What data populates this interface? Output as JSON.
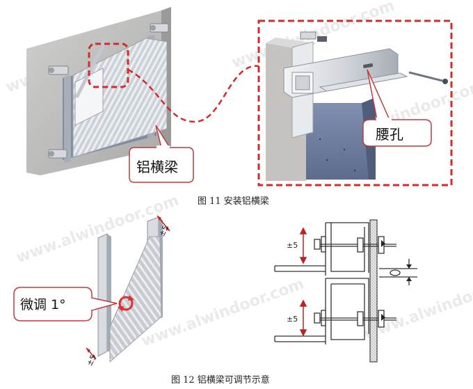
{
  "figure11": {
    "caption": "图 11  安装铝横梁",
    "label_beam": "铝横梁",
    "label_slot": "腰孔"
  },
  "figure12": {
    "caption": "图 12  铝横梁可调节示意",
    "label_adjust": "微调 1°",
    "tolerance_labels": [
      "±5",
      "±5",
      "±5",
      "±5"
    ]
  },
  "watermark": "www.alwindoor.com",
  "colors": {
    "dashed_red": "#d42a2a",
    "metal_light": "#d9dde2",
    "metal_dark": "#8e949b",
    "wall_gray": "#b9b9b7",
    "panel_blue": "#6f7fa0"
  }
}
